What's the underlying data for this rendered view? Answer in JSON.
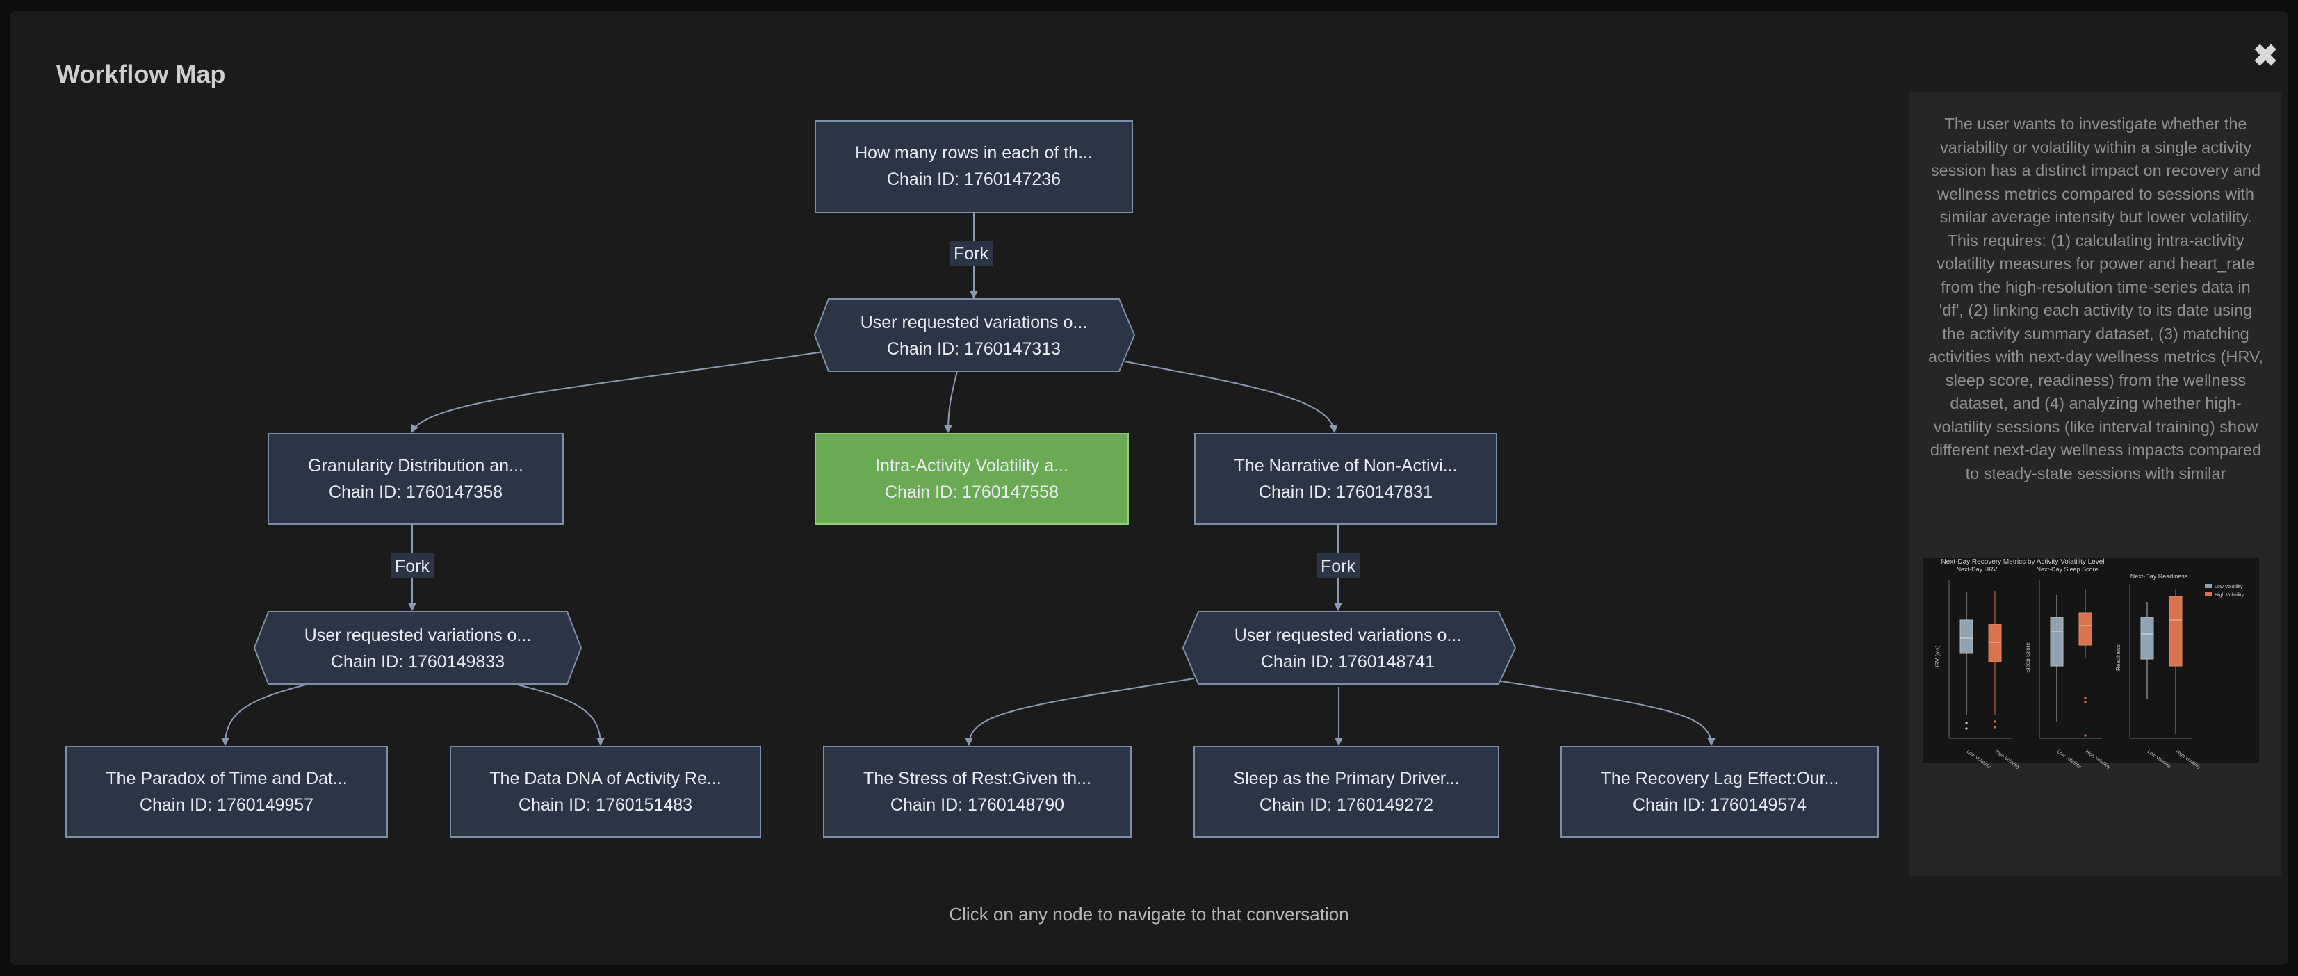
{
  "modal": {
    "title": "Workflow Map",
    "close_symbol": "✖",
    "footer_hint": "Click on any node to navigate to that conversation"
  },
  "nodes": {
    "root": {
      "line1": "How many rows in each of th...",
      "line2": "Chain ID: 1760147236"
    },
    "var1": {
      "line1": "User requested variations o...",
      "line2": "Chain ID: 1760147313"
    },
    "granularity": {
      "line1": "Granularity Distribution an...",
      "line2": "Chain ID: 1760147358"
    },
    "intra": {
      "line1": "Intra-Activity Volatility a...",
      "line2": "Chain ID: 1760147558"
    },
    "narrative": {
      "line1": "The Narrative of Non-Activi...",
      "line2": "Chain ID: 1760147831"
    },
    "var2": {
      "line1": "User requested variations o...",
      "line2": "Chain ID: 1760149833"
    },
    "var3": {
      "line1": "User requested variations o...",
      "line2": "Chain ID: 1760148741"
    },
    "paradox": {
      "line1": "The Paradox of Time and Dat...",
      "line2": "Chain ID: 1760149957"
    },
    "datadna": {
      "line1": "The Data DNA of Activity Re...",
      "line2": "Chain ID: 1760151483"
    },
    "stress": {
      "line1": "The Stress of Rest:Given th...",
      "line2": "Chain ID: 1760148790"
    },
    "sleep": {
      "line1": "Sleep as the Primary Driver...",
      "line2": "Chain ID: 1760149272"
    },
    "recovery": {
      "line1": "The Recovery Lag Effect:Our...",
      "line2": "Chain ID: 1760149574"
    }
  },
  "edges": {
    "fork_label": "Fork"
  },
  "panel": {
    "description": "The user wants to investigate whether the variability or volatility within a single activity session has a distinct impact on recovery and wellness metrics compared to sessions with similar average intensity but lower volatility. This requires: (1) calculating intra-activity volatility measures for power and heart_rate from the high-resolution time-series data in 'df', (2) linking each activity to its date using the activity summary dataset, (3) matching activities with next-day wellness metrics (HRV, sleep score, readiness) from the wellness dataset, and (4) analyzing whether high-volatility sessions (like interval training) show different next-day wellness impacts compared to steady-state sessions with similar",
    "thumbnail": {
      "suptitle": "Next-Day Recovery Metrics by Activity Volatility Level",
      "subplot_titles": [
        "Next-Day HRV",
        "Next-Day Sleep Score",
        "Next-Day Readiness"
      ],
      "ylabels": [
        "HRV (ms)",
        "Sleep Score",
        "Readiness"
      ],
      "categories": [
        "Low Volatility",
        "High Volatility"
      ],
      "legend": [
        "Low Volatility",
        "High Volatility"
      ],
      "colors": {
        "low": "#8fa3b3",
        "high": "#d9734e"
      }
    }
  }
}
